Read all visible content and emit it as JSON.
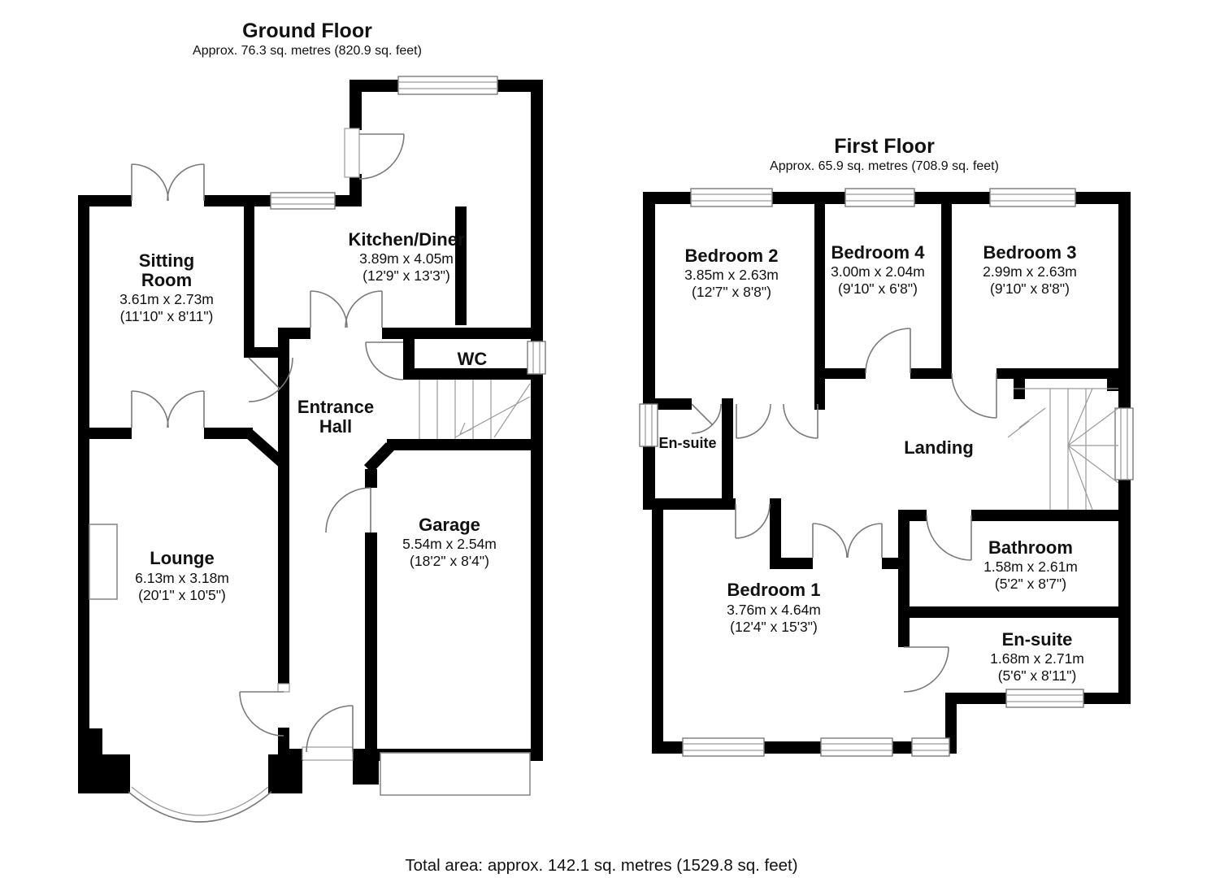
{
  "ground": {
    "title": "Ground Floor",
    "subtitle": "Approx. 76.3 sq. metres (820.9 sq. feet)",
    "sitting_room_line1": "Sitting",
    "sitting_room_line2": "Room",
    "sitting_room_metric": "3.61m x 2.73m",
    "sitting_room_imperial": "(11'10\" x 8'11\")",
    "kitchen_name": "Kitchen/Diner",
    "kitchen_metric": "3.89m x 4.05m",
    "kitchen_imperial": "(12'9\" x 13'3\")",
    "wc_name": "WC",
    "entrance_line1": "Entrance",
    "entrance_line2": "Hall",
    "garage_name": "Garage",
    "garage_metric": "5.54m x 2.54m",
    "garage_imperial": "(18'2\" x 8'4\")",
    "lounge_name": "Lounge",
    "lounge_metric": "6.13m x 3.18m",
    "lounge_imperial": "(20'1\" x 10'5\")"
  },
  "first": {
    "title": "First Floor",
    "subtitle": "Approx. 65.9 sq. metres (708.9 sq. feet)",
    "bedroom2_name": "Bedroom 2",
    "bedroom2_metric": "3.85m x 2.63m",
    "bedroom2_imperial": "(12'7\" x 8'8\")",
    "bedroom4_name": "Bedroom 4",
    "bedroom4_metric": "3.00m x 2.04m",
    "bedroom4_imperial": "(9'10\" x 6'8\")",
    "bedroom3_name": "Bedroom 3",
    "bedroom3_metric": "2.99m x 2.63m",
    "bedroom3_imperial": "(9'10\" x 8'8\")",
    "ensuite_small_name": "En-suite",
    "landing_name": "Landing",
    "bedroom1_name": "Bedroom 1",
    "bedroom1_metric": "3.76m x 4.64m",
    "bedroom1_imperial": "(12'4\" x 15'3\")",
    "bathroom_name": "Bathroom",
    "bathroom_metric": "1.58m x 2.61m",
    "bathroom_imperial": "(5'2\" x 8'7\")",
    "ensuite_name": "En-suite",
    "ensuite_metric": "1.68m x 2.71m",
    "ensuite_imperial": "(5'6\" x 8'11\")"
  },
  "footer": {
    "total_area": "Total area: approx. 142.1 sq. metres (1529.8 sq. feet)"
  },
  "colors": {
    "wall": "#000000",
    "thin_line": "#7a7a7a",
    "text": "#111111"
  }
}
